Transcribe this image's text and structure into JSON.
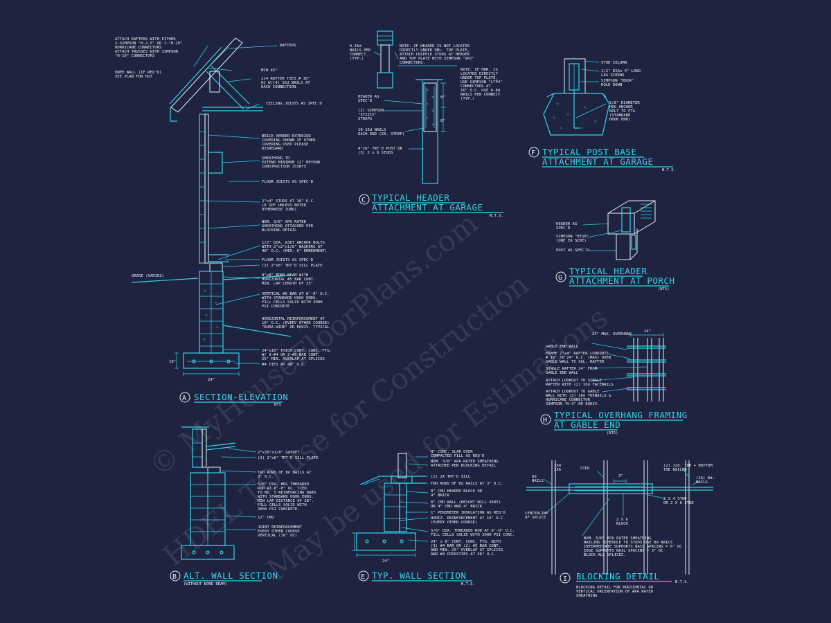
{
  "sheet": {
    "background": "#1e2340",
    "line_color": "#35d6e8",
    "text_color": "#e8f4f8"
  },
  "watermark": {
    "line1": "© MyHouseFloorPlans.com",
    "line2": "HDEL TO use for Construction",
    "line3": "May be used for Estimations"
  },
  "detail_a": {
    "letter": "A",
    "title": "SECTION-ELEVATION",
    "scale": "NTS",
    "notes": [
      "ATTACH RAFTERS WITH EITHER",
      "2-SIMPSON \"H-2.5\" OR 1-\"H-10\"",
      "HURRICANE CONNECTORS",
      "ATTACH TRUSSES WITH SIMPSON",
      "\"H-10\" CONNECTORS",
      "KNEE WALL (IF REQ'D)",
      "SEE PLAN FOR HGT",
      "RAFTERS",
      "MIN 45°",
      "2x4 RAFTER TIES # 16\"",
      "OC W/(4) 16d NAILS AT",
      "EACH CONNECTION",
      "CEILING JOISTS AS SPEC'D",
      "BRICK VENEER EXTERIOR",
      "COVERING SHOWN IF OTHER",
      "COVERING USED PLEASE",
      "DISREGARD",
      "SHEATHING TO",
      "EXTEND MINIMUM 12\" BEYOND",
      "CONSTRUCTION JOINTS",
      "FLOOR JOISTS AS SPEC'D",
      "2\"x4\" STUDS AT 16\" O.C.",
      "(6 SPF UNLESS NOTED",
      "OTHERWISE (UNO)",
      "NOM. 3/8\" APA RATED",
      "SHEATHING ATTACHED PER",
      "BLOCKING DETAIL",
      "1/2\" DIA. A307 ANCHOR BOLTS",
      "WITH 2\"x2\"x1/8\" WASHERS AT",
      "48\" O.C. (MIN. 6\" EMBEDMENT)",
      "FLOOR JOISTS AS SPEC'D",
      "(2) 2\"x6\" TRT'D SILL PLATE",
      "GRADE (VARIES)",
      "8\"x8\" BOND BEAM WITH",
      "HORIZONTAL #5 BAR CONT.",
      "MIN. LAP LENGTH OF 25\"",
      "VERTICAL #5 BAR AT 8'-0\" O.C.",
      "WITH STANDARD HOOK ENDS.",
      "FILL CELLS SOLID WITH 3000",
      "PSI CONCRETE",
      "HORIZONTAL REINFORCEMENT AT",
      "16\" O.C. (EVERY OTHER COURSE)",
      "\"DURA-WIRE\" OR EQUIV. TYPICAL",
      "24\"x10\" THICK CONT. CONC. FTG.",
      "W/ 3-#4 OR 2-#5 BAR CONT.",
      "25\" MIN. OVERLAP AT SPLICES",
      "#4 TIES AT 48\" O.C.",
      "24\"",
      "10\""
    ]
  },
  "detail_b": {
    "letter": "B",
    "title": "ALT. WALL SECTION",
    "subtitle": "(WITHOUT BOND BEAM)",
    "notes": [
      "2\"x10\"x1/8\" GASKET",
      "(2) 2\"x6\" TRT'D SILL PLATE",
      "TWO ROWS OF 8d NAILS AT",
      "3\" O.C.",
      "5/8\" DIA. HDG THREADED",
      "ROD AT 8'-0\" OC. TIED",
      "TO NO. 5 REINFORCING BARS",
      "WITH STANDARD HOOK ENDS.",
      "MIN LAP DISTANCE OF 38\".",
      "FILL CELLS SOLID WITH",
      "3000 PSI CONCRETE.",
      "12\" CMU",
      "JOINT REINFORCEMENT",
      "EVERY OTHER COURSE",
      "VERTICAL (16\" OC)"
    ]
  },
  "detail_c": {
    "letter": "C",
    "title_line1": "TYPICAL HEADER",
    "title_line2": "ATTACHMENT AT GARAGE",
    "scale": "N.T.S.",
    "notes": [
      "6-16d",
      "NAILS PER",
      "CONNECT.",
      "(TYP.)",
      "NOTE: IF HEADER IS NOT LOCATED",
      "DIRECTLY UNDER DBL. TOP PLATE,",
      "ATTACH CRIPPLE STUDS AT HEADER",
      "AND TOP PLATE WITH SIMPSON \"SP2\"",
      "CONNECTORS.",
      "NOTE: IF HDR. IS",
      "LOCATED DIRECTLY",
      "UNDER TOP PLATE,",
      "USE SIMPSON \"LTP4\"",
      "CONNECTORS AT",
      "16\" O.C. USE 6-8d",
      "NAILS PER CONNECT.",
      "(TYP.)",
      "HEADER AS",
      "SPEC'D",
      "(2) SIMPSON",
      "\"ST2215\"",
      "STRAPS",
      "10-16d NAILS",
      "EACH END (EA. STRAP)",
      "4\"x6\" TRT'D POST OR",
      "(3) 2 x 6 STUDS",
      "8\"",
      "8\""
    ]
  },
  "detail_e": {
    "letter": "E",
    "title": "TYP. WALL SECTION",
    "scale": "N.T.S.",
    "notes": [
      "4\" CONC. SLAB OVER",
      "COMPACTED FILL AS REQ'D",
      "NOM. 3/8\" APA RATED SHEATHING",
      "ATTACHED PER BLOCKING DETAIL",
      "(2) 2X TRT'D SILL",
      "TWO ROWS OF 8d NAILS AT 3\" O.C.",
      "8\" CMU HEADER BLOCK OR",
      "4\" BRICK",
      "8\" CMU WALL (HEIGHT WILL VARY)",
      "OR 4\" CMU AND 4\" BRICK",
      "1\" PERIMETER INSULATION AS REQ'D",
      "HORIZ. REINFORCEMENT AT 16\" O.C.",
      "(EVERY OTHER COURSE)",
      "5/8\" DIA. THREADED ROD AT 8'-0\" O.C.",
      "FILL CELLS SOLID WITH 3000 PSI CONC.",
      "24\" x 8\" CONT. CONC. FTG. WITH",
      "(3) #4 BAR OR (2) #5 BAR CONT.",
      "AND MIN. 25\" OVERLAP AT SPLICES",
      "AND #4 CROSSTIES AT 48\" O.C.",
      "24\""
    ]
  },
  "detail_f": {
    "letter": "F",
    "title_line1": "TYPICAL POST BASE",
    "title_line2": "ATTACHMENT AT GARAGE",
    "scale": "N.T.S.",
    "notes": [
      "STUD COLUMN",
      "1/2\" DIAx 4\" LONG",
      "LAG SCREWS",
      "SIMPSON \"HD2A\"",
      "HOLD DOWN",
      "5/8\" DIAMETER",
      "HDG ANCHOR",
      "BOLT TO FTG.",
      "(STANDARD",
      "HOOK END)"
    ]
  },
  "detail_g": {
    "letter": "G",
    "title_line1": "TYPICAL HEADER",
    "title_line2": "ATTACHMENT AT PORCH",
    "scale": "(NTS)",
    "notes": [
      "HEADER AS",
      "SPEC'D",
      "SIMPSON \"HTS0\"",
      "(ONE EA SIDE)",
      "POST AS SPEC'D"
    ]
  },
  "detail_h": {
    "letter": "H",
    "title_line1": "TYPICAL OVERHANG FRAMING",
    "title_line2": "AT GABLE END",
    "scale": "(NTS)",
    "notes": [
      "24\" MAX. OVERHANG",
      "24\"",
      "GABLE END WALL",
      "FRAME 2\"x4\" RAFTER LOOKOUTS",
      "# 16\" TO 24\" O.C. (MAX) OVER",
      "GABLE WALL TO SGL. RAFTER",
      "SINGLE RAFTER 24\" FROM",
      "GABLE END WALL",
      "ATTACH LOOKOUT TO SINGLE",
      "RAFTER WITH (2) 16d FACENAILS",
      "ATTACH LOOKOUT TO GABLE",
      "WALL WITH (2) 16d TOENAILS &",
      "HURRICANE CONNECTOR",
      "SIMPSON \"H-3\" OR EQUIV."
    ]
  },
  "detail_i": {
    "letter": "I",
    "title": "BLOCKING DETAIL",
    "scale": "N.T.S.",
    "subtitle": [
      "BLOCKING DETAIL FOR HORIZONTAL OR",
      "VERTICAL ORIENTATION OF APA RATED",
      "SHEATHING"
    ],
    "notes": [
      "8d",
      "NAILS",
      "2X4",
      "2X6",
      "STUD",
      "3\"",
      "(2) 12d, TOP + BOTTOM",
      "TOE NAILED",
      "(1A) 8d.",
      "NAILS",
      "CENTERLINE",
      "OF SPLICE",
      "2 X 6",
      "BLOCK",
      "2 X 4 STUD",
      "OR 2 X 6 STUD",
      "NOM. 3/8\" APA RATED SHEATHING",
      "NAILING SCHEDULE TO STUDS USE 8d NAILS",
      "INTERMEDIATE SUPPORTS NAIL SPACING = 6\" OC",
      "EDGE SUPPORTS NAIL SPACING = 3\" OC",
      "BLOCK ALL SPLICES."
    ]
  }
}
